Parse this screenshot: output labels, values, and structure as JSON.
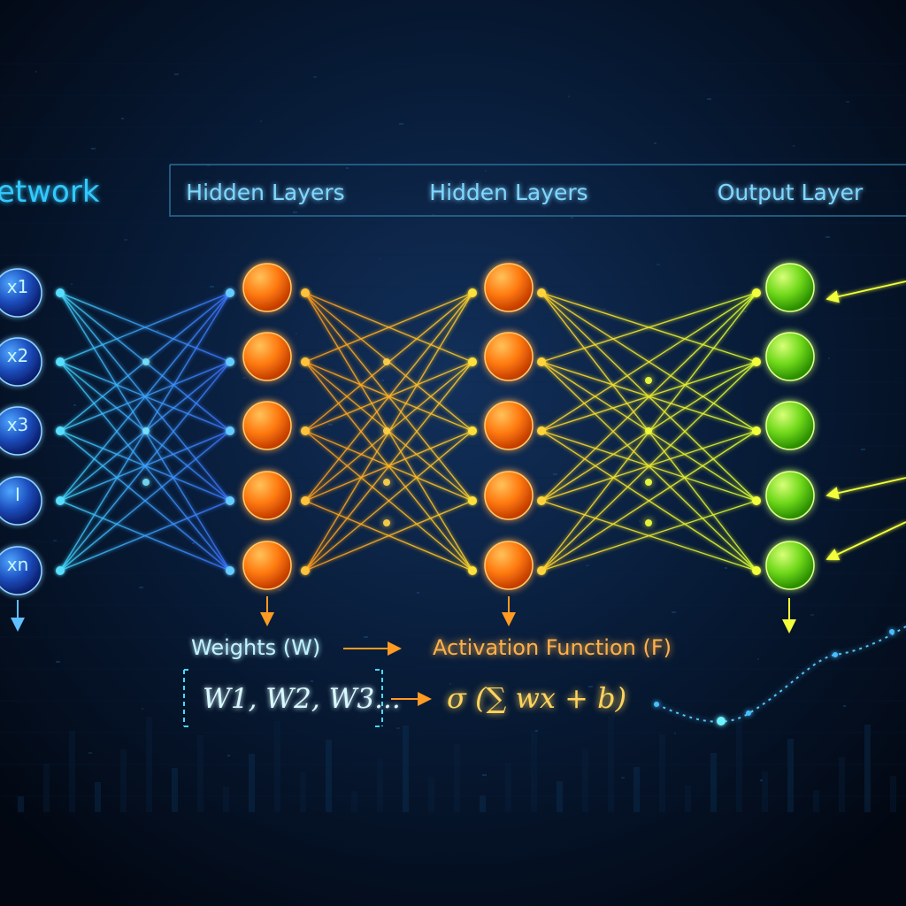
{
  "diagram": {
    "title_partial": "etwork",
    "layer_headers": [
      "Hidden Layers",
      "Hidden Layers",
      "Output Layer"
    ],
    "input_labels": [
      "x1",
      "x2",
      "x3",
      "I",
      "xn"
    ],
    "weights_label": "Weights (W)",
    "weights_values": "W1, W2, W3...",
    "activation_label": "Activation Function (F)",
    "formula": "σ (∑ wx + b)",
    "colors": {
      "background": "#04101f",
      "input_node": "#1d4fbf",
      "input_edge": "#3f8cff",
      "hidden_node": "#ff7a10",
      "hidden_edge": "#ffb020",
      "output_node": "#6fd81a",
      "output_edge": "#f2ff3a",
      "header_text": "#7fd7ff",
      "title_text": "#31c9ff",
      "weights_text": "#bff3ff",
      "activation_text": "#ffb14a",
      "formula_text": "#ffd45c"
    }
  }
}
